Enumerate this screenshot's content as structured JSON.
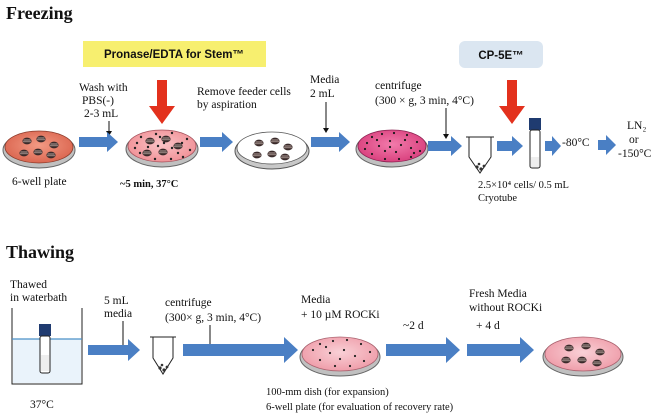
{
  "freezing": {
    "heading": "Freezing",
    "pronase_box": "Pronase/EDTA for Stem™",
    "cp5e_box": "CP-5E™",
    "wash_1": "Wash with",
    "wash_2": "PBS(-)",
    "wash_3": "2-3 mL",
    "remove_1": "Remove feeder cells",
    "remove_2": "by aspiration",
    "time_temp": "~5 min, 37°C",
    "media_1": "Media",
    "media_2": "2 mL",
    "centrifuge_1": "centrifuge",
    "centrifuge_2": "(300 × g, 3 min, 4°C)",
    "plate_label": "6-well plate",
    "cells_label": "2.5×10⁴ cells/ 0.5 mL",
    "cryotube_label": "Cryotube",
    "minus80": "-80°C",
    "ln2": "LN₂",
    "or": "or",
    "minus150": "-150°C"
  },
  "thawing": {
    "heading": "Thawing",
    "thawed_1": "Thawed",
    "thawed_2": "in waterbath",
    "temp": "37°C",
    "media5_1": "5 mL",
    "media5_2": "media",
    "centrifuge_1": "centrifuge",
    "centrifuge_2": "(300× g, 3 min, 4°C)",
    "media_rock_1": "Media",
    "media_rock_2": "+ 10 µM ROCKi",
    "days_2": "~2 d",
    "fresh_1": "Fresh Media",
    "fresh_2": "without ROCKi",
    "days_4": "+ 4 d",
    "dish_1": "100-mm dish (for expansion)",
    "dish_2": "6-well plate (for evaluation of recovery rate)"
  },
  "colors": {
    "flow_arrow": "#4a7fc4",
    "red_arrow": "#e3311d",
    "yellow_box": "#f7ef6f",
    "blue_box": "#dbe6f1",
    "salmon_dish": "#e8806a",
    "pink_dish": "#f4a0a6",
    "magenta_dish": "#e8508c",
    "light_pink_dish": "#f5b5be"
  }
}
